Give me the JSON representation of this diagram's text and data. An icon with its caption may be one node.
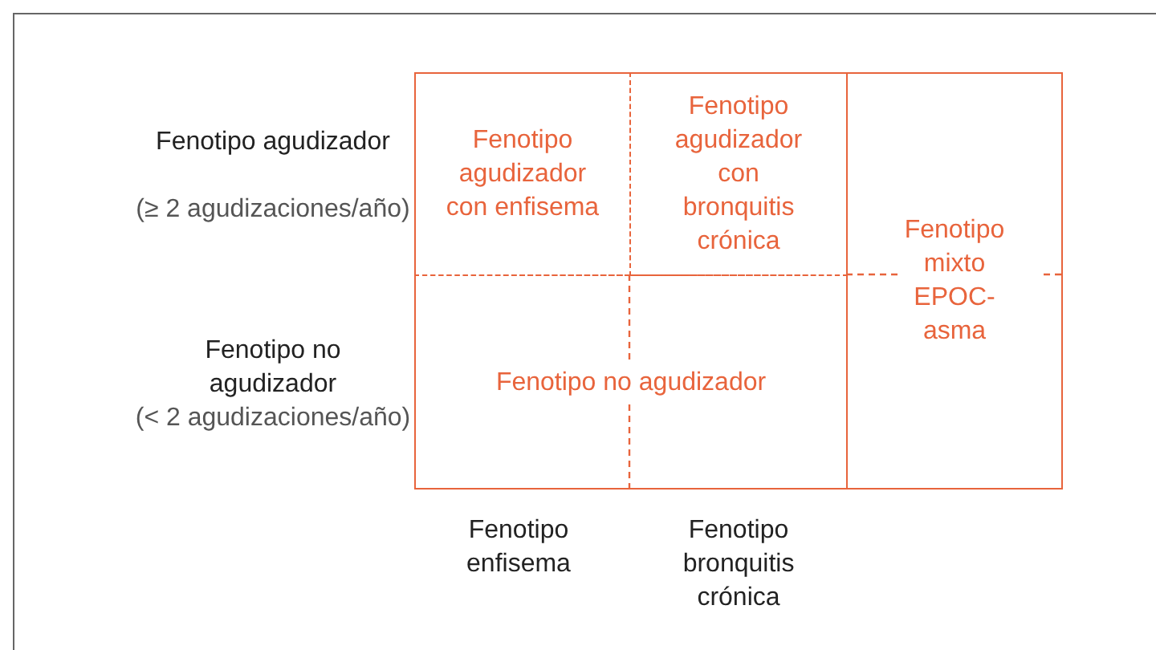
{
  "diagram": {
    "nodes": [
      {
        "text": [
          "Fenotipo agudizador con enfisema"
        ]
      },
      {
        "text": [
          "Fenotipo agudizador con bronquitis crónica"
        ]
      },
      {
        "text": [
          "Fenotipo mixto EPOC-asma"
        ]
      },
      {
        "text": [
          "Fenotipo no agudizador"
        ]
      }
    ],
    "labels": [
      "Fenotipo agudizador",
      "(≥ 2 agudizaciones/año)",
      "Fenotipo no agudizador",
      "(< 2 agudizaciones/año)",
      "Fenotipo enfisema",
      "Fenotipo bronquitis crónica"
    ]
  }
}
